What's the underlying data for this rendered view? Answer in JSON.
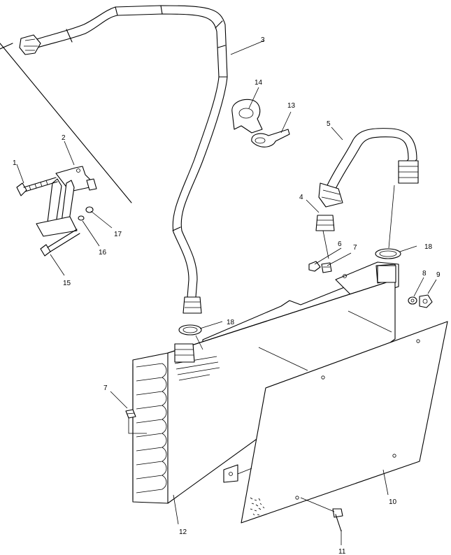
{
  "callouts": [
    {
      "id": "c1",
      "text": "1"
    },
    {
      "id": "c2",
      "text": "2"
    },
    {
      "id": "c3",
      "text": "3"
    },
    {
      "id": "c4",
      "text": "4"
    },
    {
      "id": "c5",
      "text": "5"
    },
    {
      "id": "c6",
      "text": "6"
    },
    {
      "id": "c7a",
      "text": "7"
    },
    {
      "id": "c7b",
      "text": "7"
    },
    {
      "id": "c8",
      "text": "8"
    },
    {
      "id": "c9",
      "text": "9"
    },
    {
      "id": "c10",
      "text": "10"
    },
    {
      "id": "c11",
      "text": "11"
    },
    {
      "id": "c12",
      "text": "12"
    },
    {
      "id": "c13",
      "text": "13"
    },
    {
      "id": "c14",
      "text": "14"
    },
    {
      "id": "c15",
      "text": "15"
    },
    {
      "id": "c16",
      "text": "16"
    },
    {
      "id": "c17",
      "text": "17"
    },
    {
      "id": "c18a",
      "text": "18"
    },
    {
      "id": "c18b",
      "text": "18"
    }
  ]
}
